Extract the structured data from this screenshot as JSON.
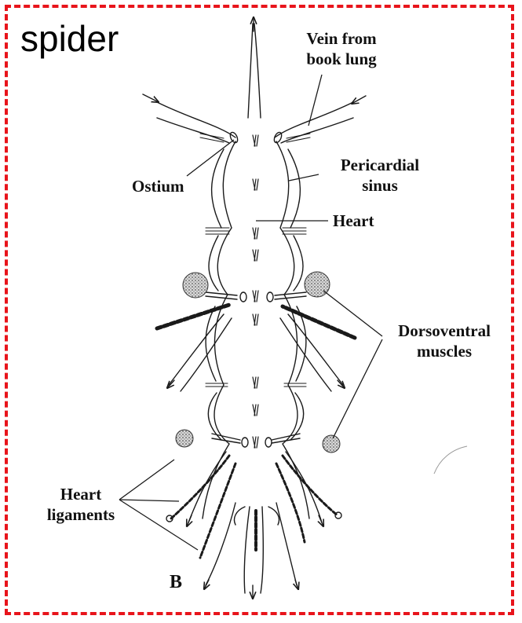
{
  "title": "spider",
  "figure_letter": "B",
  "labels": {
    "vein": "Vein from\nbook lung",
    "ostium": "Ostium",
    "pericardial": "Pericardial\nsinus",
    "heart": "Heart",
    "dorsoventral": "Dorsoventral\nmuscles",
    "ligaments": "Heart\nligaments"
  },
  "colors": {
    "frame": "#e8141b",
    "ink": "#1a1a1a",
    "muscle": "#888888"
  }
}
